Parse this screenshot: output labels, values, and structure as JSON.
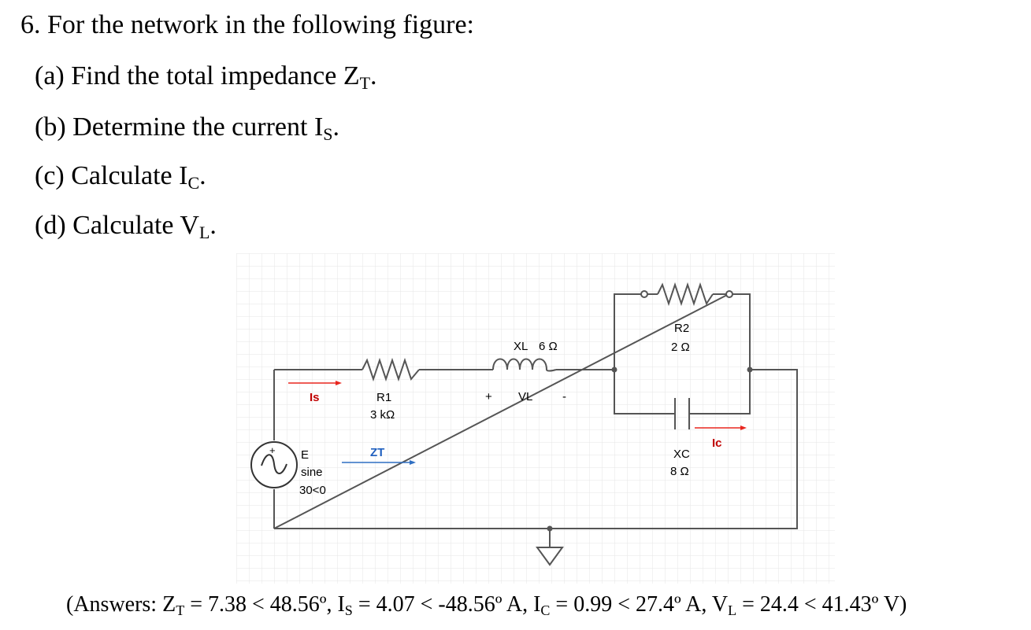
{
  "question": {
    "title": "6. For the network in the following figure:",
    "parts": [
      {
        "text": "(a) Find the total impedance Z",
        "sub": "T",
        "end": "."
      },
      {
        "text": "(b) Determine the current I",
        "sub": "S",
        "end": "."
      },
      {
        "text": "(c) Calculate I",
        "sub": "C",
        "end": "."
      },
      {
        "text": "(d) Calculate V",
        "sub": "L",
        "end": "."
      }
    ]
  },
  "circuit": {
    "source": {
      "name": "E",
      "type": "sine",
      "value": "30<0"
    },
    "r1": {
      "name": "R1",
      "value": "3 kΩ"
    },
    "xl": {
      "name": "XL",
      "value": "6 Ω"
    },
    "r2": {
      "name": "R2",
      "value": "2 Ω"
    },
    "xc": {
      "name": "XC",
      "value": "8 Ω"
    },
    "labels": {
      "is": "Is",
      "zt": "ZT",
      "vl": "VL",
      "ic": "Ic",
      "plus": "+",
      "minus": "-",
      "source_plus": "+"
    },
    "colors": {
      "current_arrow": "#e8261e",
      "zt_arrow": "#2f6fc2",
      "label_red": "#c00000",
      "label_blue": "#1f5fbf"
    }
  },
  "answers": {
    "open": "(Answers: Z",
    "zt_sub": "T",
    "zt_val": " = 7.38 < 48.56º, I",
    "is_sub": "S",
    "is_val": " = 4.07 < -48.56º A, I",
    "ic_sub": "C",
    "ic_val": " = 0.99 < 27.4º A, V",
    "vl_sub": "L",
    "vl_val": " = 24.4 < 41.43º V)"
  }
}
